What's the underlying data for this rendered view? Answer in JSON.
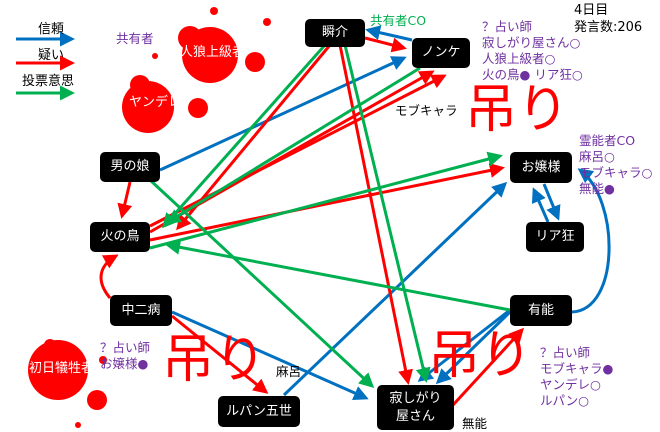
{
  "legend": {
    "trust": "信頼",
    "doubt": "疑い",
    "vote": "投票意思",
    "colors": {
      "trust": "#0070c0",
      "doubt": "#ff0000",
      "vote": "#00b050"
    }
  },
  "info": {
    "day": "4日目",
    "post_count": "発言数:206"
  },
  "nodes": {
    "shunsuke": "瞬介",
    "nonke": "ノンケ",
    "jinro": "人狼上級者",
    "yandere": "ヤンデレ",
    "otokonoko": "男の娘",
    "hinotori": "火の鳥",
    "chuni": "中二病",
    "shonichi": "初日犠牲者",
    "lupin": "ルパン五世",
    "sabishi_1": "寂しがり",
    "sabishi_2": "屋さん",
    "yuno": "有能",
    "ojo": "お嬢様",
    "riakyo": "リア狂"
  },
  "notes": {
    "jinro_co": "共有者",
    "shunsuke_co": "共有者CO",
    "nonke_notes": [
      "？占い師",
      "寂しがり屋さん○",
      "人狼上級者○",
      "火の鳥● リア狂○"
    ],
    "nonke_under": "モブキャラ",
    "ojo_notes": [
      "霊能者CO",
      "麻呂○",
      "モブキャラ○",
      "無能●"
    ],
    "chuni_notes": [
      "？占い師",
      "お嬢様●"
    ],
    "chuni_under": "麻呂",
    "yuno_notes": [
      "？占い師",
      "モブキャラ●",
      "ヤンデレ○",
      "ルパン○"
    ],
    "sabishi_under": "無能"
  },
  "hang_label": "吊り"
}
